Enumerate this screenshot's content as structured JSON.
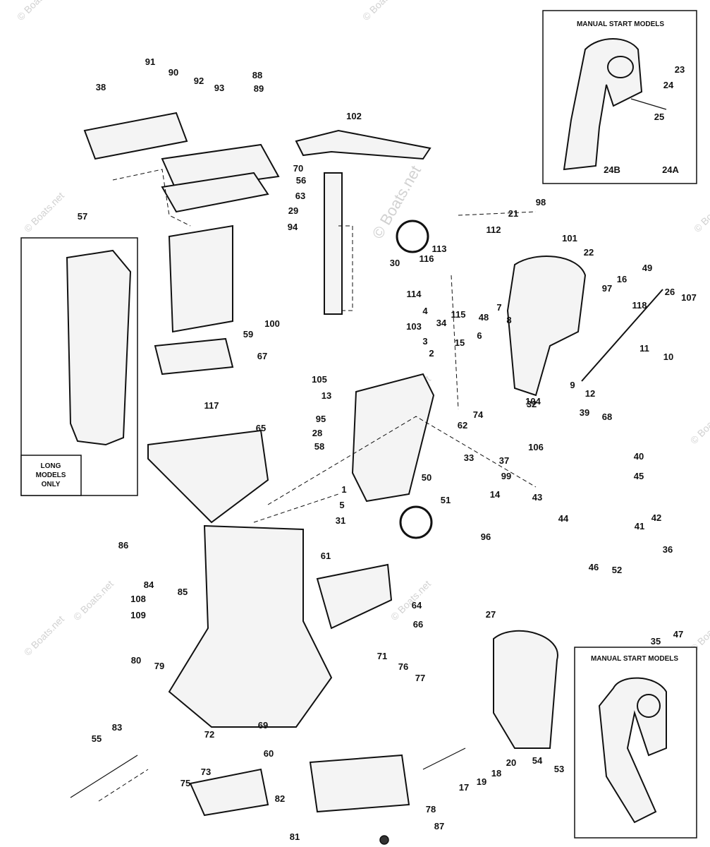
{
  "watermark": "© Boats.net",
  "insets": {
    "top_right_title": "MANUAL START MODELS",
    "bottom_right_title": "MANUAL START MODELS",
    "left_caption": [
      "LONG",
      "MODELS",
      "ONLY"
    ]
  },
  "callouts": [
    "1",
    "2",
    "3",
    "4",
    "5",
    "6",
    "7",
    "8",
    "9",
    "10",
    "11",
    "12",
    "13",
    "14",
    "15",
    "16",
    "17",
    "18",
    "19",
    "20",
    "21",
    "22",
    "23",
    "24",
    "24A",
    "24B",
    "25",
    "26",
    "27",
    "28",
    "29",
    "30",
    "31",
    "32",
    "33",
    "34",
    "35",
    "36",
    "37",
    "38",
    "39",
    "40",
    "41",
    "42",
    "43",
    "44",
    "45",
    "46",
    "47",
    "48",
    "49",
    "50",
    "51",
    "52",
    "53",
    "54",
    "55",
    "56",
    "57",
    "58",
    "59",
    "60",
    "61",
    "62",
    "63",
    "64",
    "65",
    "66",
    "67",
    "68",
    "69",
    "70",
    "71",
    "72",
    "73",
    "74",
    "75",
    "76",
    "77",
    "78",
    "79",
    "80",
    "81",
    "82",
    "83",
    "84",
    "85",
    "86",
    "87",
    "88",
    "89",
    "90",
    "91",
    "92",
    "93",
    "94",
    "95",
    "96",
    "97",
    "98",
    "99",
    "100",
    "101",
    "102",
    "103",
    "104",
    "105",
    "106",
    "107",
    "108",
    "109",
    "112",
    "113",
    "114",
    "115",
    "116",
    "117",
    "118"
  ]
}
